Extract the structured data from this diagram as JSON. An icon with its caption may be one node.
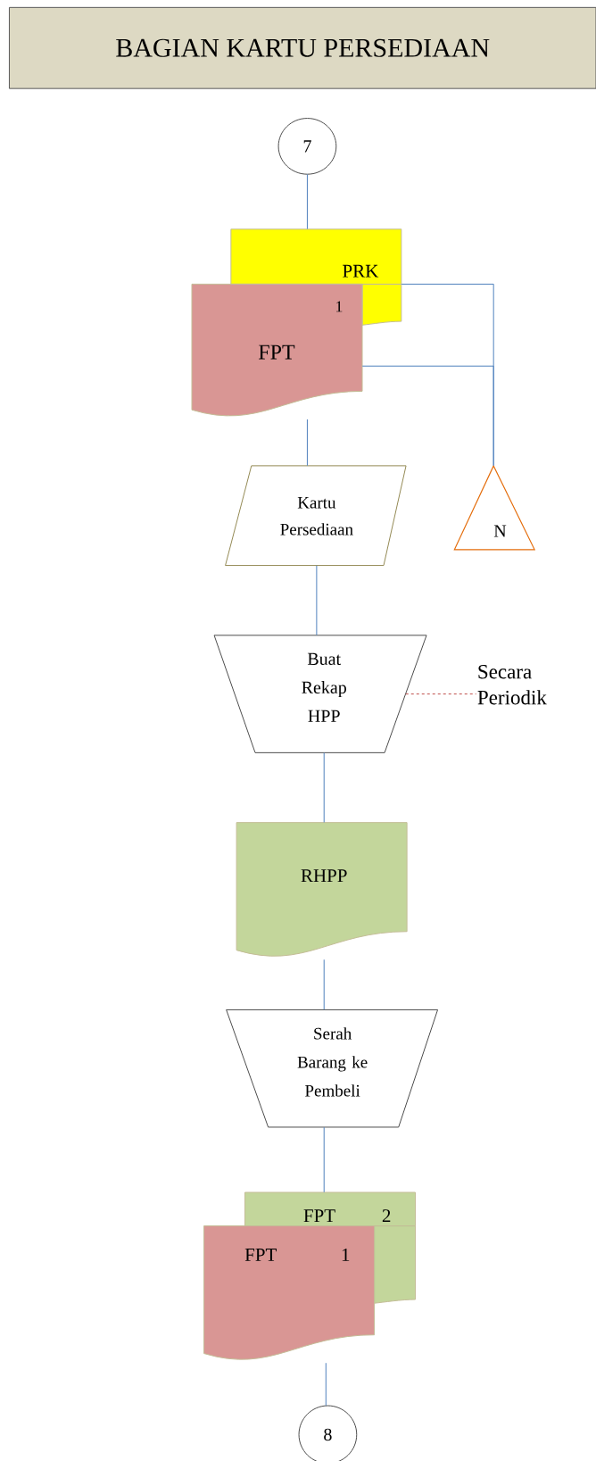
{
  "diagram": {
    "title": "BAGIAN KARTU PERSEDIAAN",
    "nodes": [
      {
        "text": [
          "7"
        ]
      },
      {
        "text": [
          "PRK"
        ]
      },
      {
        "text": [
          "1",
          "FPT"
        ]
      },
      {
        "text": [
          "Kartu Persediaan"
        ]
      },
      {
        "text": [
          "N"
        ]
      },
      {
        "text": [
          "Buat Rekap HPP"
        ]
      },
      {
        "text": [
          "Secara Periodik"
        ]
      },
      {
        "text": [
          "RHPP"
        ]
      },
      {
        "text": [
          "Serah Barang ke Pembeli"
        ]
      },
      {
        "text": [
          "FPT",
          "2"
        ]
      },
      {
        "text": [
          "FPT",
          "1"
        ]
      },
      {
        "text": [
          "8"
        ]
      }
    ],
    "edges": [
      {
        "from": 0,
        "to": 1,
        "arrow": "none"
      },
      {
        "from": 1,
        "to": 4,
        "arrow": "none"
      },
      {
        "from": 2,
        "to": 4,
        "arrow": "none"
      },
      {
        "from": 2,
        "to": 3,
        "arrow": "none"
      },
      {
        "from": 3,
        "to": 5,
        "arrow": "none"
      },
      {
        "from": 5,
        "to": 6,
        "arrow": "none",
        "style": "dashed",
        "color": "#c0504d"
      },
      {
        "from": 5,
        "to": 7,
        "arrow": "none"
      },
      {
        "from": 7,
        "to": 8,
        "arrow": "none"
      },
      {
        "from": 8,
        "to": 9,
        "arrow": "none"
      },
      {
        "from": 10,
        "to": 11,
        "arrow": "none"
      }
    ]
  }
}
